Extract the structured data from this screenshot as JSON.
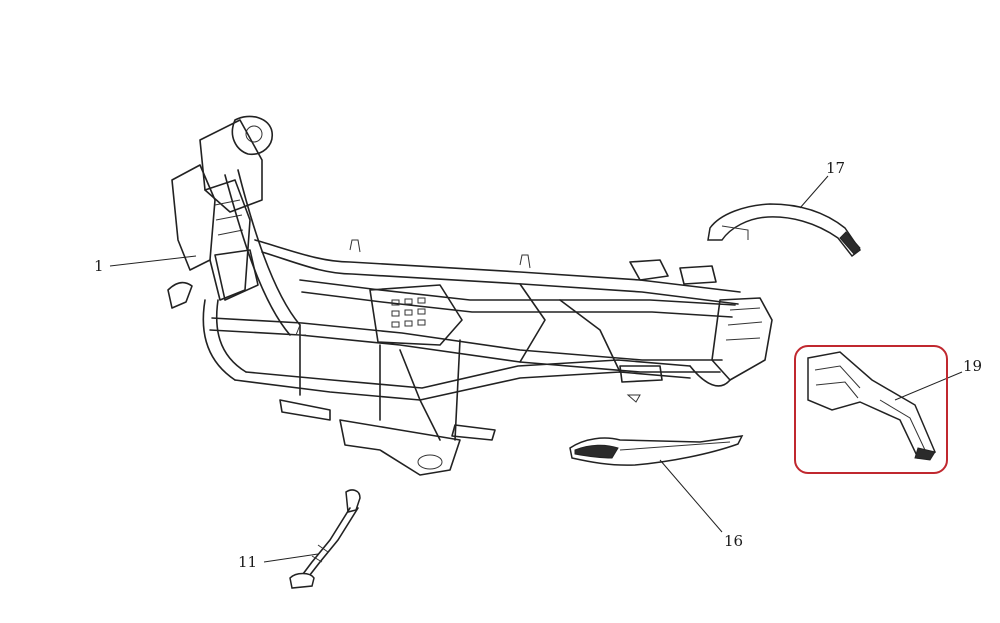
{
  "diagram": {
    "callouts": [
      {
        "id": "1",
        "label": "1"
      },
      {
        "id": "11",
        "label": "11"
      },
      {
        "id": "16",
        "label": "16"
      },
      {
        "id": "17",
        "label": "17"
      },
      {
        "id": "19",
        "label": "19"
      }
    ],
    "highlight": {
      "target": "19",
      "color": "#c0282f"
    }
  }
}
